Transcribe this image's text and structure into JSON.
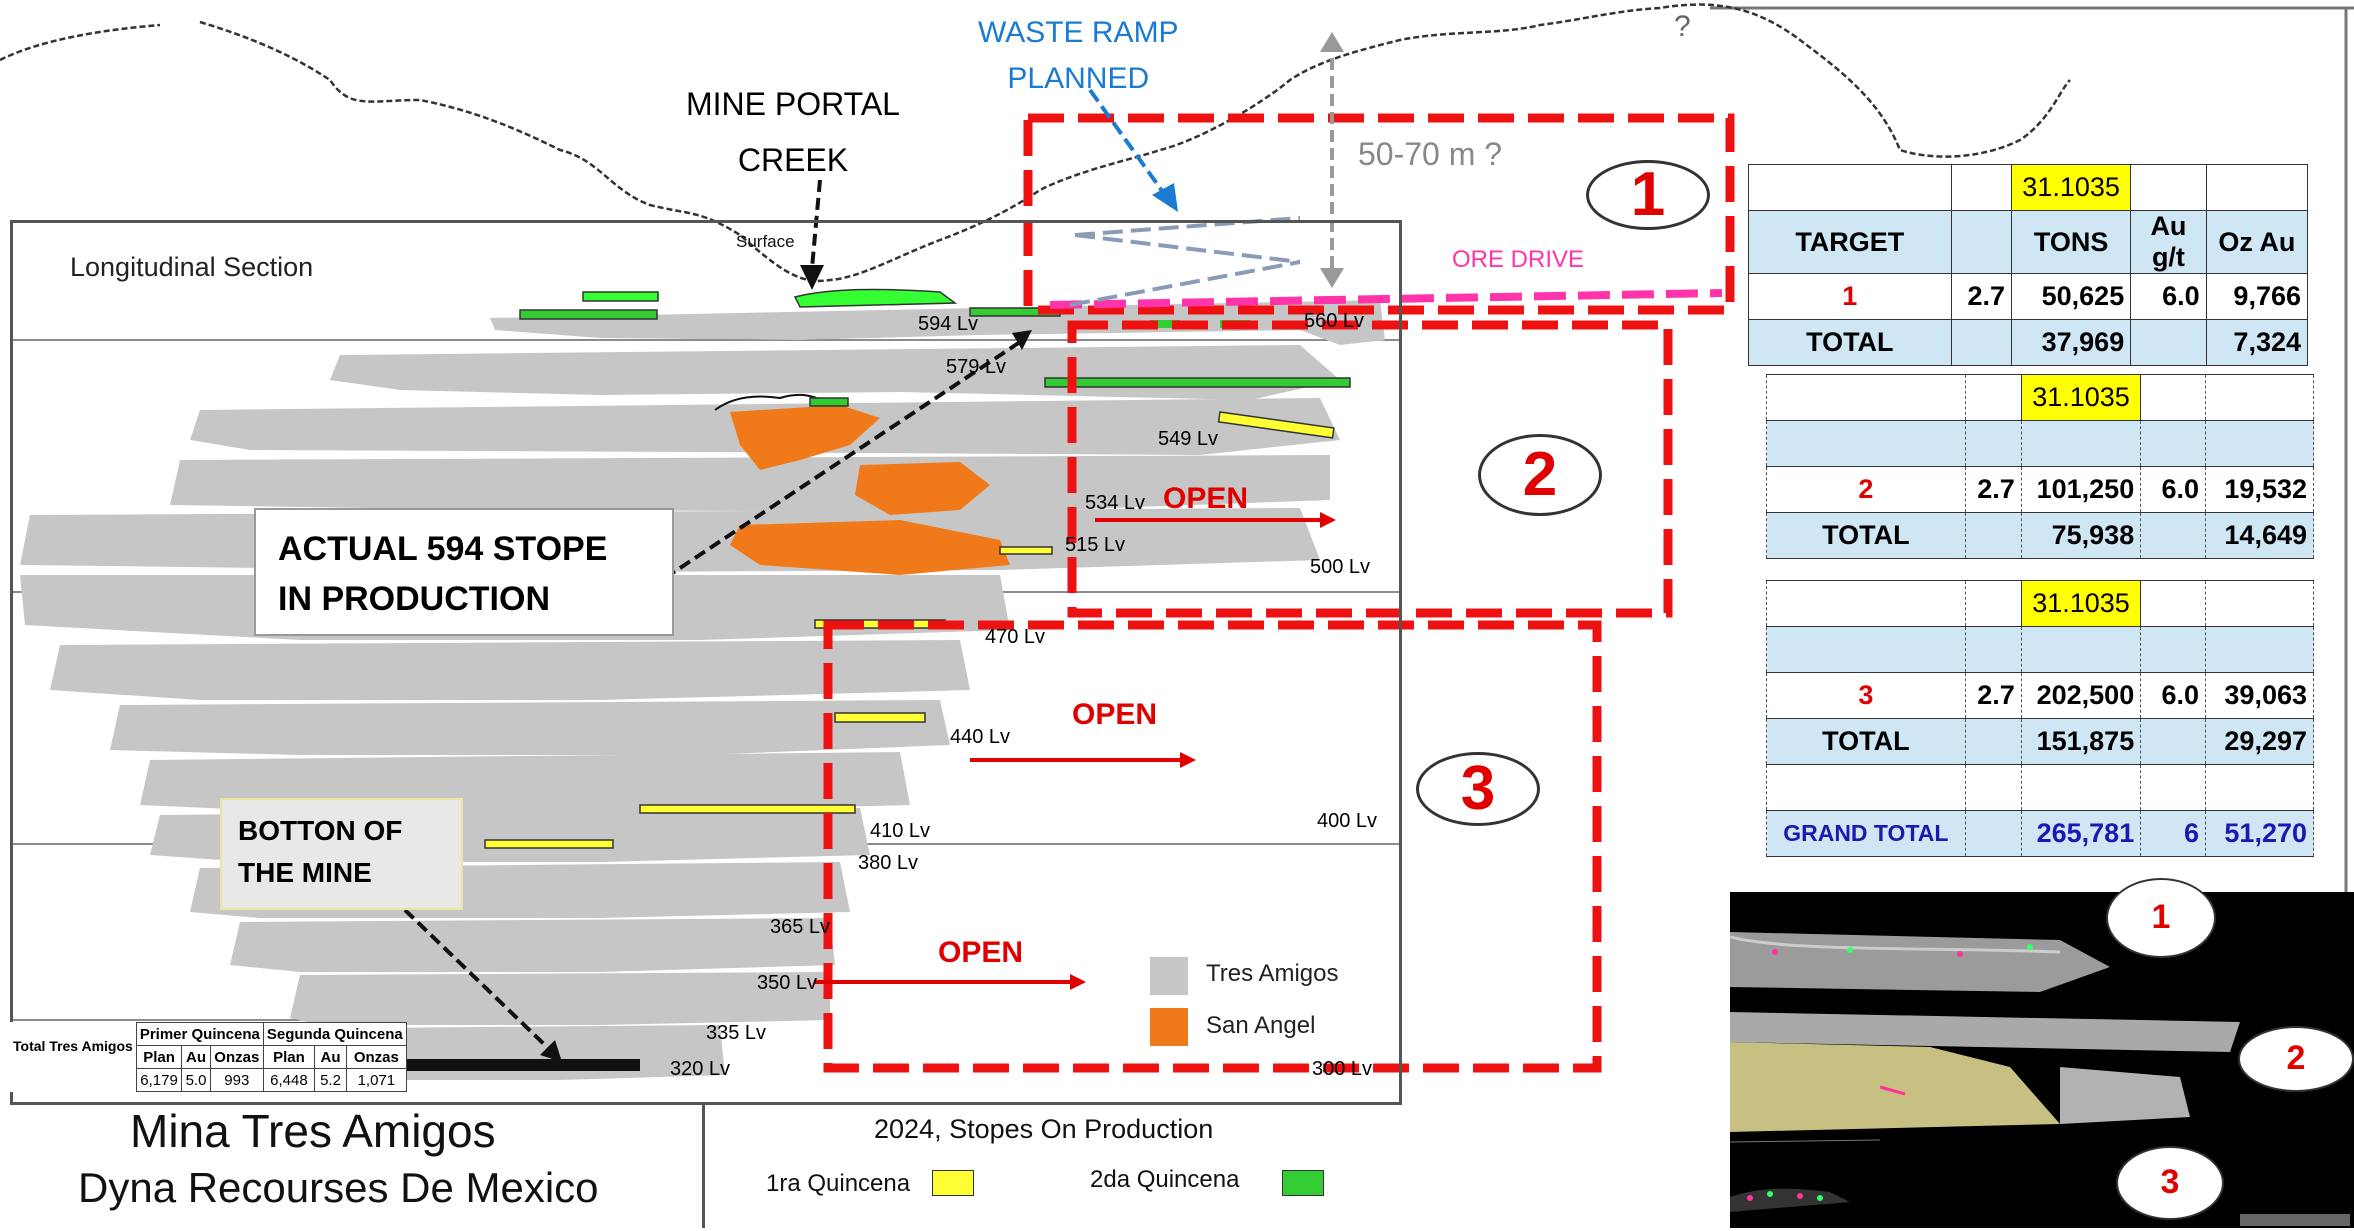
{
  "annotations": {
    "waste_ramp": "WASTE RAMP\nPLANNED",
    "question_top": "?",
    "mine_portal": "MINE PORTAL\nCREEK",
    "distance": "50-70 m  ?",
    "ore_drive": "ORE DRIVE",
    "surface": "Surface",
    "section_title": "Longitudinal Section",
    "actual_stope": "ACTUAL 594 STOPE\nIN PRODUCTION",
    "bottom_mine": "BOTTON OF\nTHE MINE",
    "open": "OPEN"
  },
  "targets": [
    "1",
    "2",
    "3"
  ],
  "inset_labels": [
    "1",
    "2",
    "3"
  ],
  "levels": [
    {
      "label": "594 Lv"
    },
    {
      "label": "579 Lv"
    },
    {
      "label": "560 Lv"
    },
    {
      "label": "549 Lv"
    },
    {
      "label": "534 Lv"
    },
    {
      "label": "515 Lv"
    },
    {
      "label": "500 Lv"
    },
    {
      "label": "470 Lv"
    },
    {
      "label": "440 Lv"
    },
    {
      "label": "410 Lv"
    },
    {
      "label": "400 Lv"
    },
    {
      "label": "380 Lv"
    },
    {
      "label": "365 Lv"
    },
    {
      "label": "350 Lv"
    },
    {
      "label": "335 Lv"
    },
    {
      "label": "320 Lv"
    },
    {
      "label": "300 Lv"
    }
  ],
  "legend": {
    "tres_amigos": "Tres Amigos",
    "san_angel": "San Angel",
    "colors": {
      "tres_amigos": "#c6c6c6",
      "san_angel": "#f07a1a"
    }
  },
  "title_block": {
    "line1": "Mina Tres Amigos",
    "line2": "Dyna Recourses De Mexico",
    "stopes_title": "2024, Stopes On Production",
    "q1": "1ra Quincena",
    "q2": "2da Quincena",
    "q1_color": "#ffff33",
    "q2_color": "#33cc33"
  },
  "production_table": {
    "row_label": "Total Tres Amigos",
    "group1": "Primer Quincena",
    "group2": "Segunda Quincena",
    "sub1": [
      "Plan",
      "Au",
      "Onzas"
    ],
    "sub2": [
      "Plan",
      "Au",
      "Onzas"
    ],
    "values": [
      "6,179",
      "5.0",
      "993",
      "6,448",
      "5.2",
      "1,071"
    ]
  },
  "table1": {
    "factor": "31.1035",
    "headers": [
      "TARGET",
      "",
      "TONS",
      "Au g/t",
      "Oz Au"
    ],
    "row": [
      "1",
      "2.7",
      "50,625",
      "6.0",
      "9,766"
    ],
    "total": [
      "TOTAL",
      "",
      "37,969",
      "",
      "7,324"
    ]
  },
  "table2": {
    "factor": "31.1035",
    "row": [
      "2",
      "2.7",
      "101,250",
      "6.0",
      "19,532"
    ],
    "total": [
      "TOTAL",
      "",
      "75,938",
      "",
      "14,649"
    ]
  },
  "table3": {
    "factor": "31.1035",
    "row": [
      "3",
      "2.7",
      "202,500",
      "6.0",
      "39,063"
    ],
    "total": [
      "TOTAL",
      "",
      "151,875",
      "",
      "29,297"
    ],
    "grand": [
      "GRAND TOTAL",
      "",
      "265,781",
      "6",
      "51,270"
    ]
  },
  "colors": {
    "target_border": "#ee1111",
    "ore_drive": "#ff33aa",
    "waste_ramp": "#1a7bd1",
    "open_arrow": "#e00000"
  }
}
